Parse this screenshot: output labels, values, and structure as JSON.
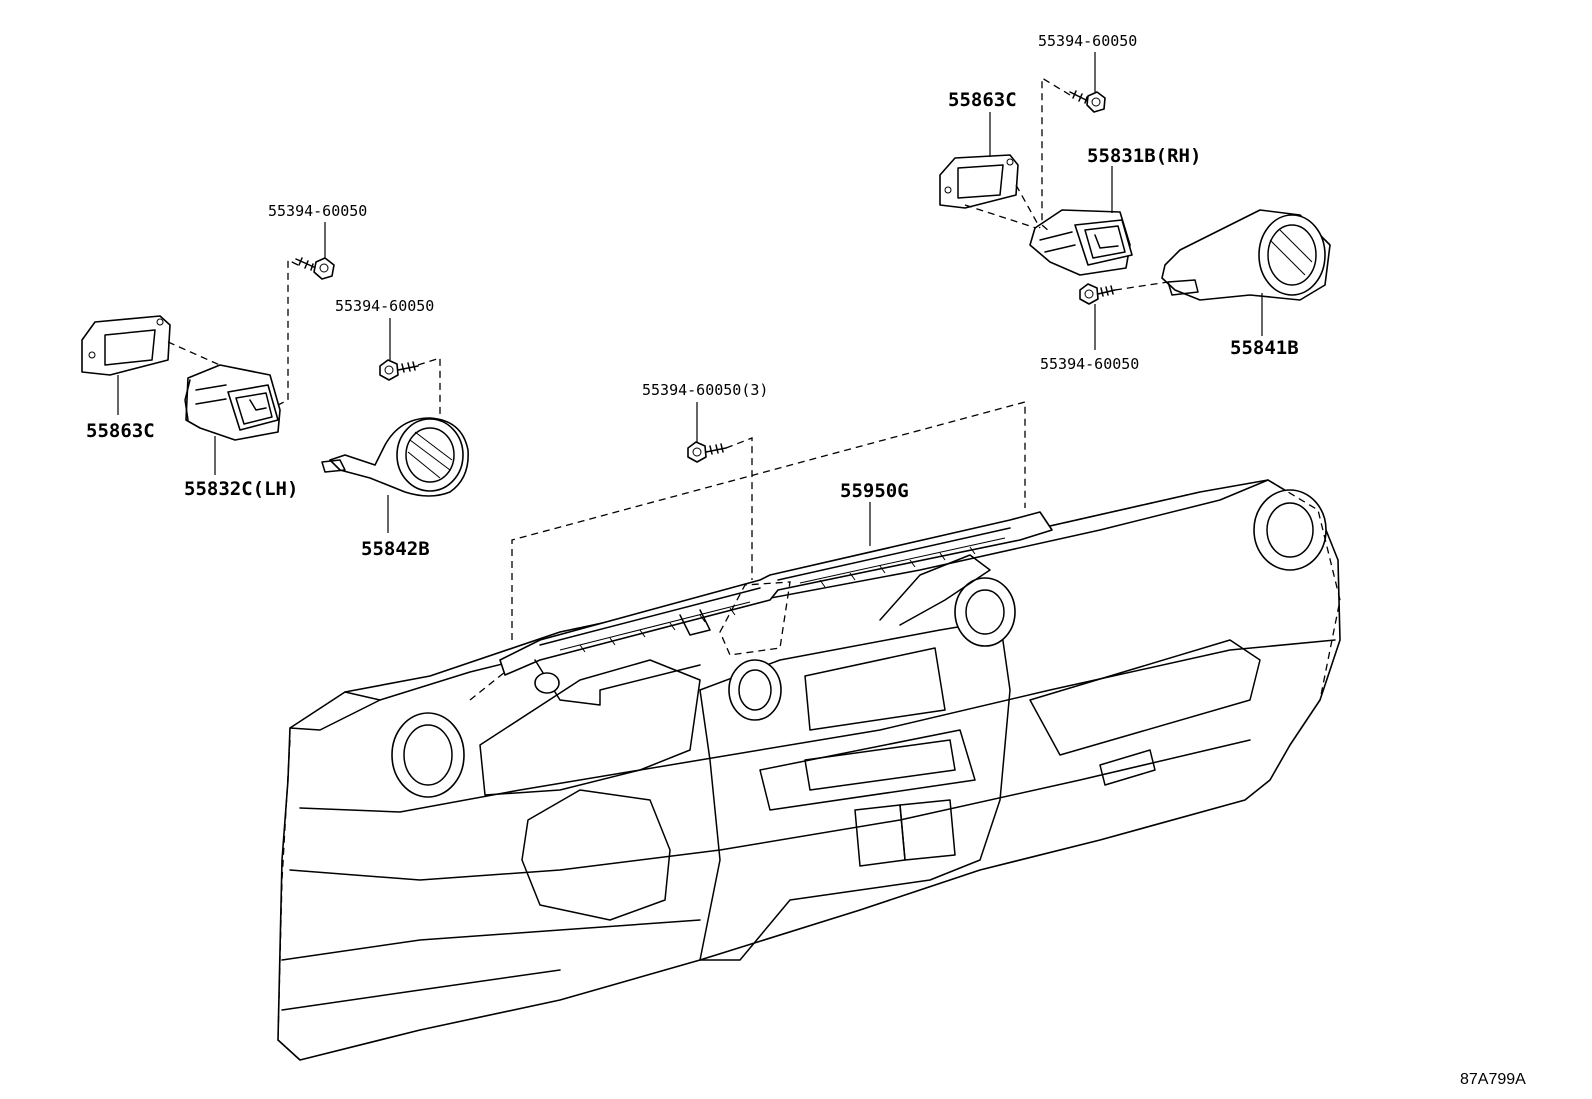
{
  "diagram": {
    "code": "87A799A",
    "labels": {
      "bolt_left_top": "55394-60050",
      "bolt_left_mid": "55394-60050",
      "bolt_center": "55394-60050(3)",
      "bolt_right_top": "55394-60050",
      "bolt_right_mid": "55394-60050",
      "bracket_left": "55863C",
      "bracket_right": "55863C",
      "register_left": "55832C(LH)",
      "register_right": "55831B(RH)",
      "vent_left": "55842B",
      "vent_right": "55841B",
      "defroster_nozzle": "55950G"
    }
  }
}
